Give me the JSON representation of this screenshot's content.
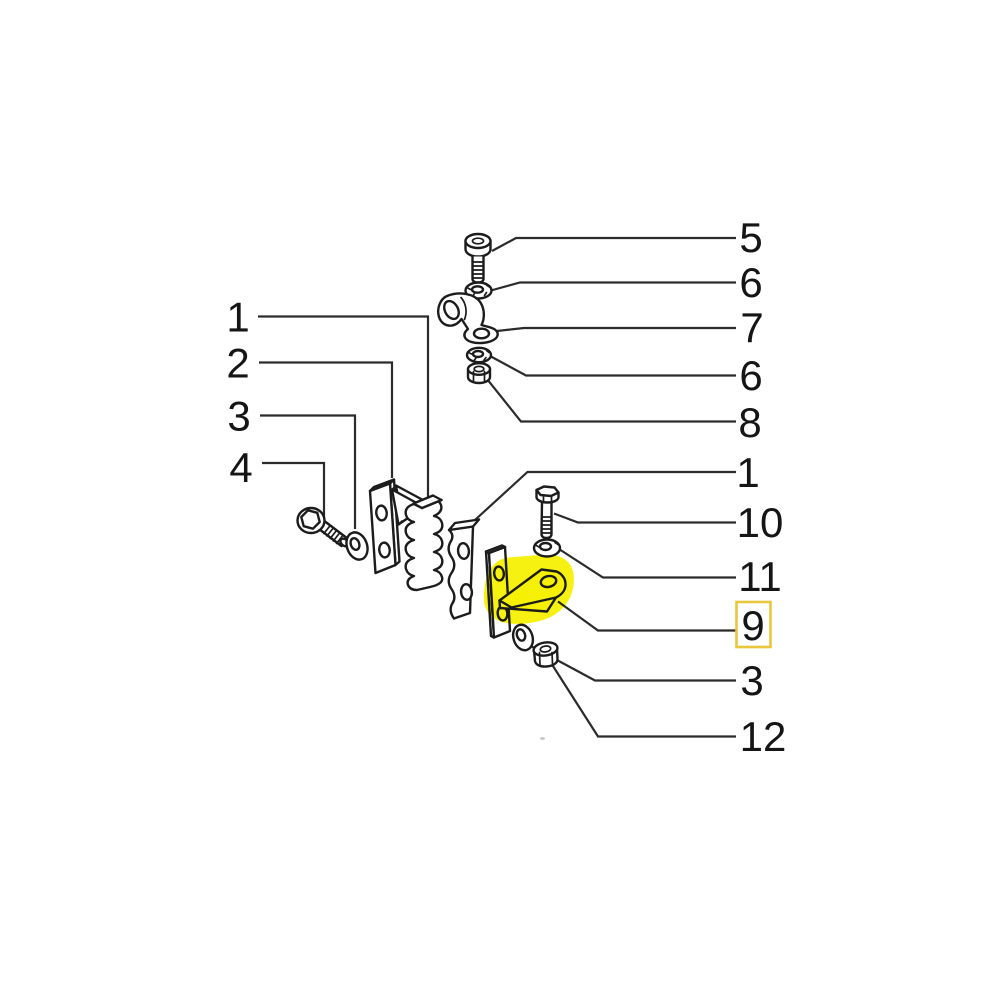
{
  "diagram": {
    "type": "exploded-parts-diagram",
    "selected_part_number": "9",
    "colors": {
      "background": "#ffffff",
      "ink": "#1c1c1c",
      "leader_line": "#2b2b2b",
      "highlight": "#f6f104",
      "selected_box_border": "#e9c63b"
    },
    "callouts": {
      "left": [
        "1",
        "2",
        "3",
        "4"
      ],
      "top_right": [
        "5",
        "6",
        "7",
        "6",
        "8"
      ],
      "right": [
        "1",
        "10",
        "11",
        "9",
        "3",
        "12"
      ]
    }
  }
}
